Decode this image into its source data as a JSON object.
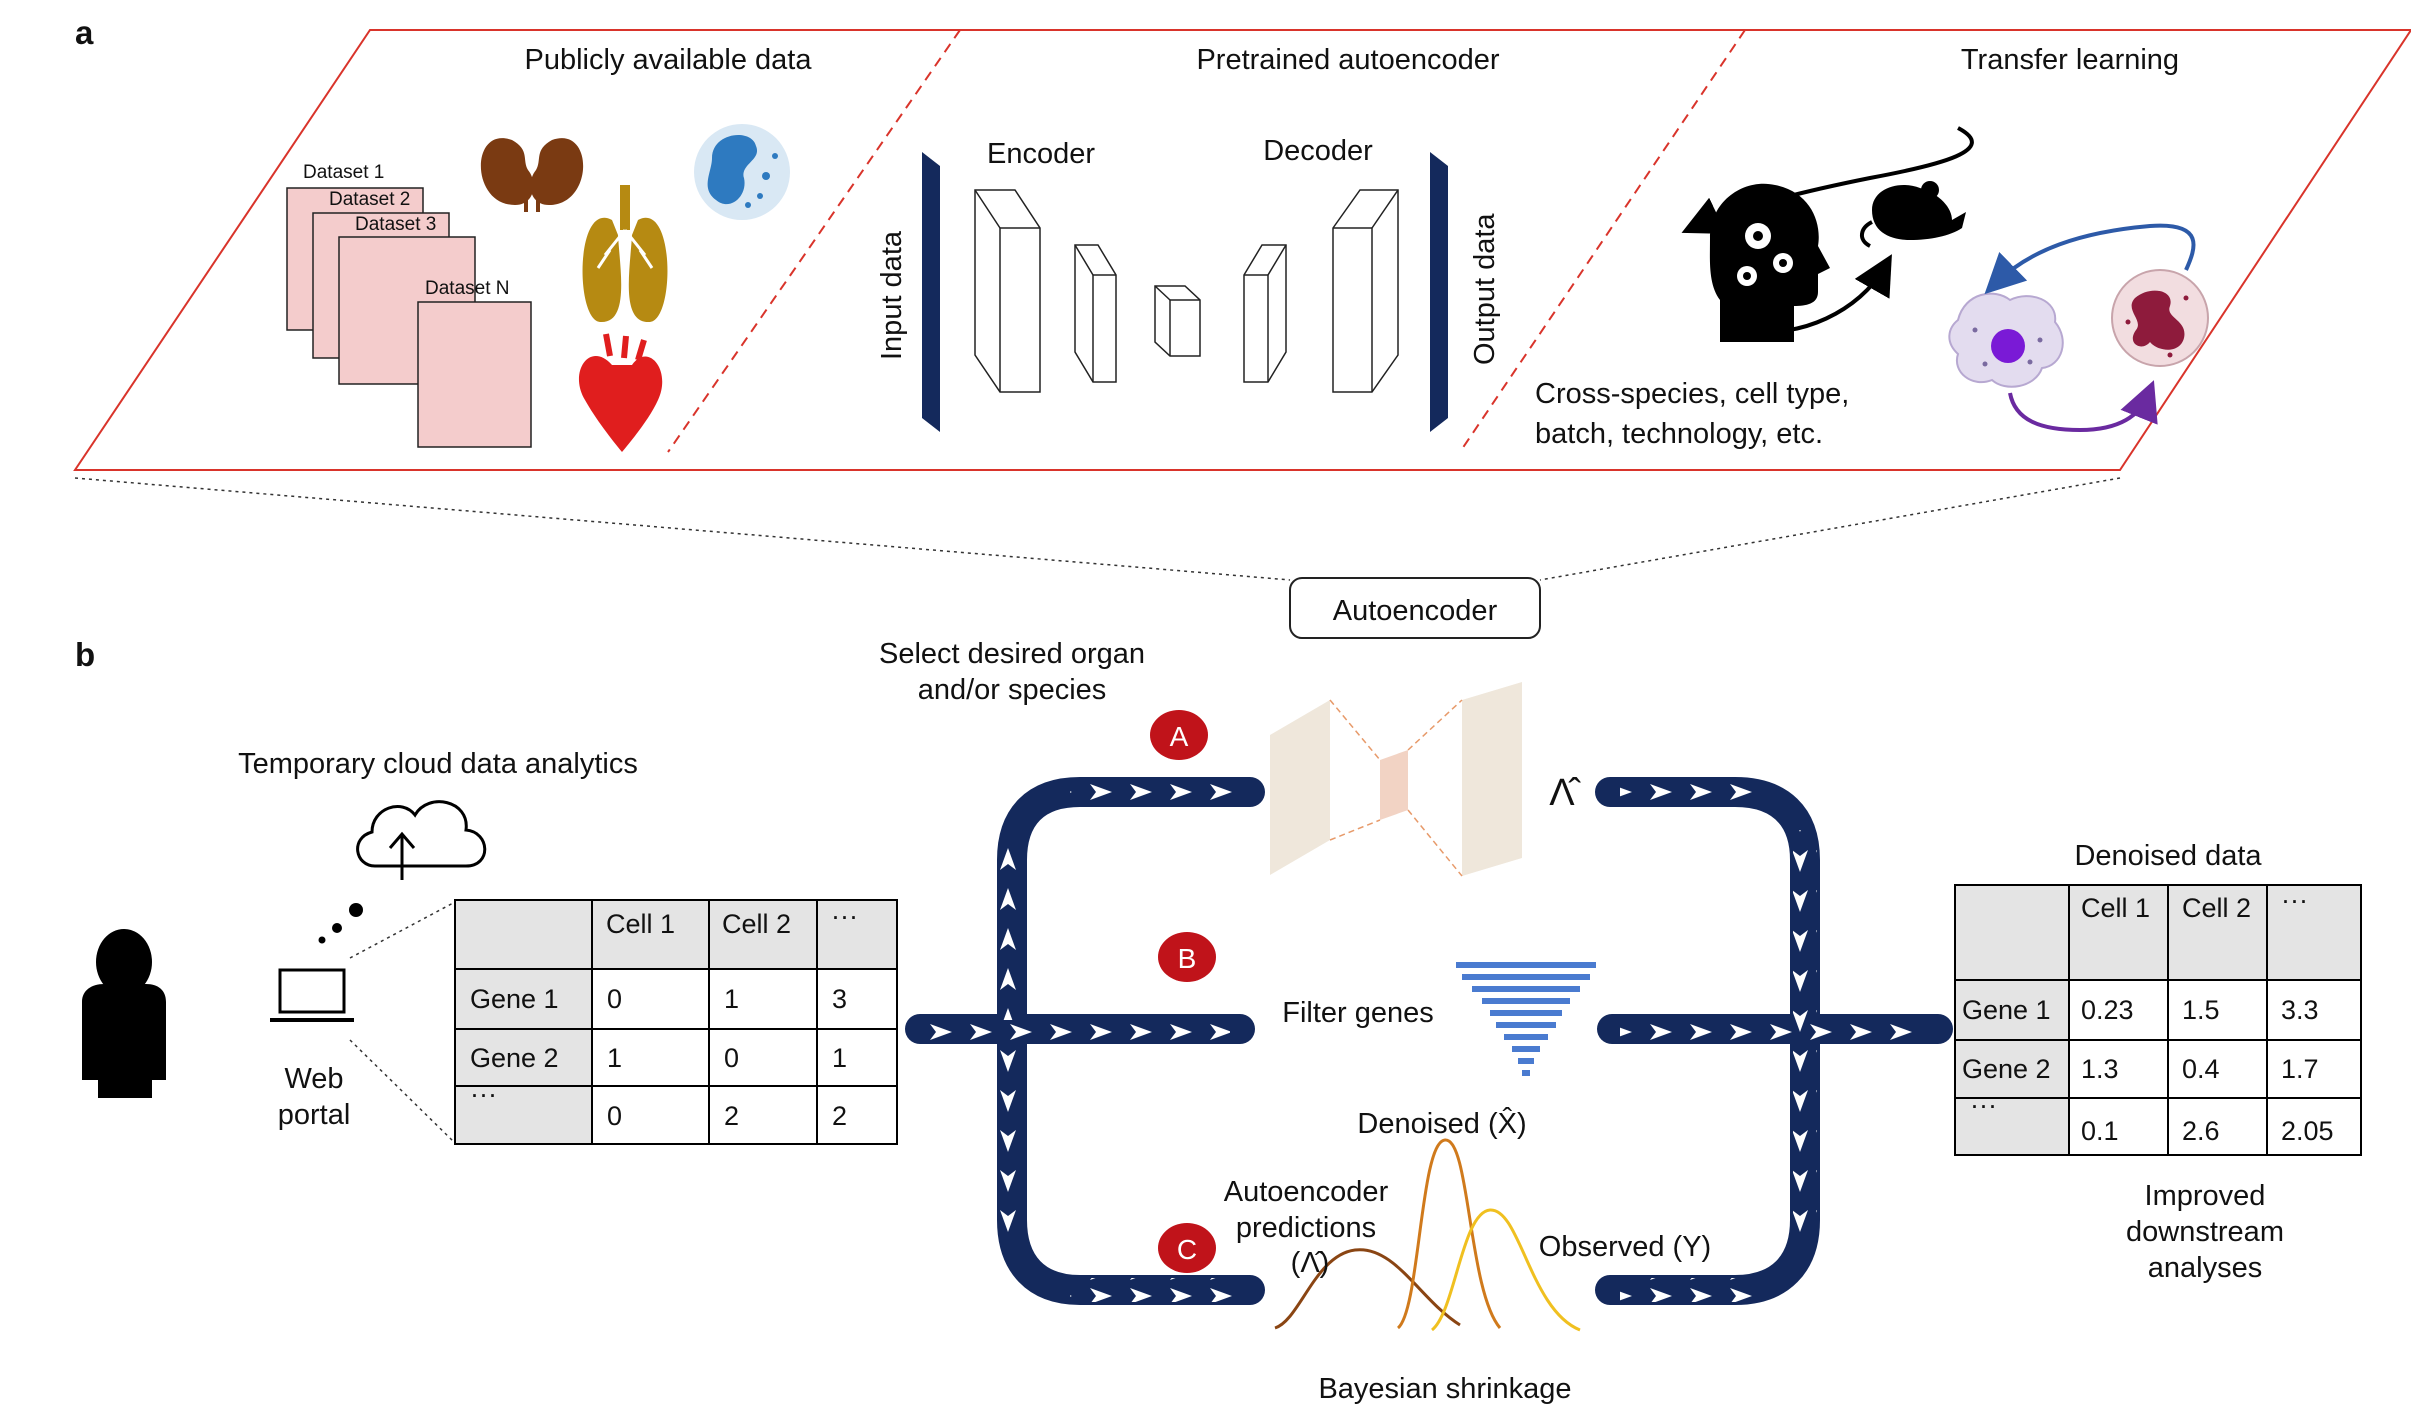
{
  "panel_a": {
    "label": "a",
    "sections": {
      "public_title": "Publicly available data",
      "pretrained_title": "Pretrained autoencoder",
      "transfer_title": "Transfer learning"
    },
    "datasets": [
      "Dataset 1",
      "Dataset 2",
      "Dataset 3",
      "Dataset N"
    ],
    "autoencoder": {
      "encoder": "Encoder",
      "decoder": "Decoder",
      "input": "Input data",
      "output": "Output data"
    },
    "transfer_caption": [
      "Cross-species, cell type,",
      "batch, technology, etc."
    ],
    "icons": [
      "kidneys-icon",
      "lungs-icon",
      "heart-icon",
      "cell-icon",
      "mouse-icon",
      "head-gears-icon",
      "macrophage-icon",
      "neutrophil-icon"
    ]
  },
  "zoom_box": "Autoencoder",
  "panel_b": {
    "label": "b",
    "cloud_title": "Temporary cloud data analytics",
    "portal": [
      "Web",
      "portal"
    ],
    "select_text": [
      "Select desired organ",
      "and/or species"
    ],
    "options": [
      "A",
      "B",
      "C"
    ],
    "lambda_hat": "Λ̂",
    "filter_genes": "Filter genes",
    "denoised_curve": "Denoised (X̂)",
    "predictions": [
      "Autoencoder",
      "predictions",
      "(Λ̂)"
    ],
    "observed": "Observed (Y)",
    "bayesian": "Bayesian shrinkage",
    "input_table": {
      "header": [
        "",
        "Cell 1",
        "Cell 2",
        "···"
      ],
      "rows": [
        [
          "Gene 1",
          "0",
          "1",
          "3"
        ],
        [
          "Gene 2",
          "1",
          "0",
          "1"
        ],
        [
          "···",
          "0",
          "2",
          "2"
        ]
      ]
    },
    "denoised_title": "Denoised data",
    "output_table": {
      "header": [
        "",
        "Cell 1",
        "Cell 2",
        "···"
      ],
      "rows": [
        [
          "Gene 1",
          "0.23",
          "1.5",
          "3.3"
        ],
        [
          "Gene 2",
          "1.3",
          "0.4",
          "1.7"
        ],
        [
          "···",
          "0.1",
          "2.6",
          "2.05"
        ]
      ]
    },
    "improved": [
      "Improved",
      "downstream",
      "analyses"
    ]
  },
  "colors": {
    "frame": "#d9342b",
    "navy": "#14295c",
    "pink": "#f4cccc",
    "badge": "#c0131a",
    "gray_cell": "#e4e4e4",
    "kidney": "#7a3a12",
    "lungs": "#b68a12",
    "heart": "#e01e1e",
    "curve_pred": "#8a4513",
    "curve_denoised": "#d07a1c",
    "curve_observed": "#f0c020"
  }
}
